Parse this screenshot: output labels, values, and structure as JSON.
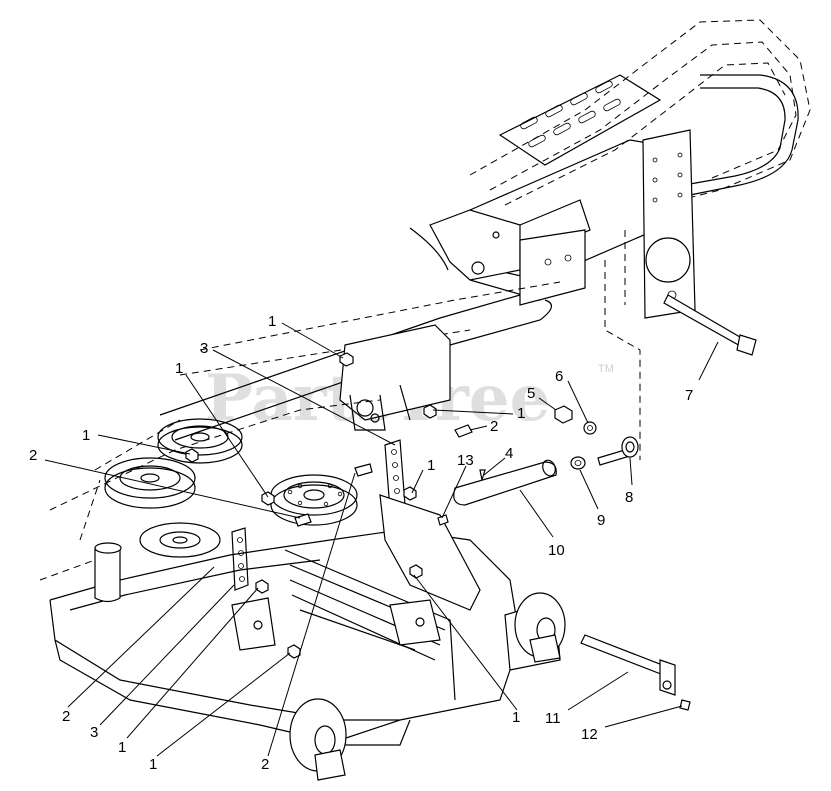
{
  "watermark": {
    "text": "PartsTree",
    "trademark": "TM"
  },
  "callouts": [
    {
      "id": "c1a",
      "label": "1"
    },
    {
      "id": "c1b",
      "label": "1"
    },
    {
      "id": "c1c",
      "label": "1"
    },
    {
      "id": "c1d",
      "label": "1"
    },
    {
      "id": "c1e",
      "label": "1"
    },
    {
      "id": "c1f",
      "label": "1"
    },
    {
      "id": "c1g",
      "label": "1"
    },
    {
      "id": "c1h",
      "label": "1"
    },
    {
      "id": "c2a",
      "label": "2"
    },
    {
      "id": "c2b",
      "label": "2"
    },
    {
      "id": "c2c",
      "label": "2"
    },
    {
      "id": "c2d",
      "label": "2"
    },
    {
      "id": "c3a",
      "label": "3"
    },
    {
      "id": "c3b",
      "label": "3"
    },
    {
      "id": "c4",
      "label": "4"
    },
    {
      "id": "c5",
      "label": "5"
    },
    {
      "id": "c6",
      "label": "6"
    },
    {
      "id": "c7",
      "label": "7"
    },
    {
      "id": "c8",
      "label": "8"
    },
    {
      "id": "c9",
      "label": "9"
    },
    {
      "id": "c10",
      "label": "10"
    },
    {
      "id": "c11",
      "label": "11"
    },
    {
      "id": "c12",
      "label": "12"
    },
    {
      "id": "c13",
      "label": "13"
    }
  ]
}
